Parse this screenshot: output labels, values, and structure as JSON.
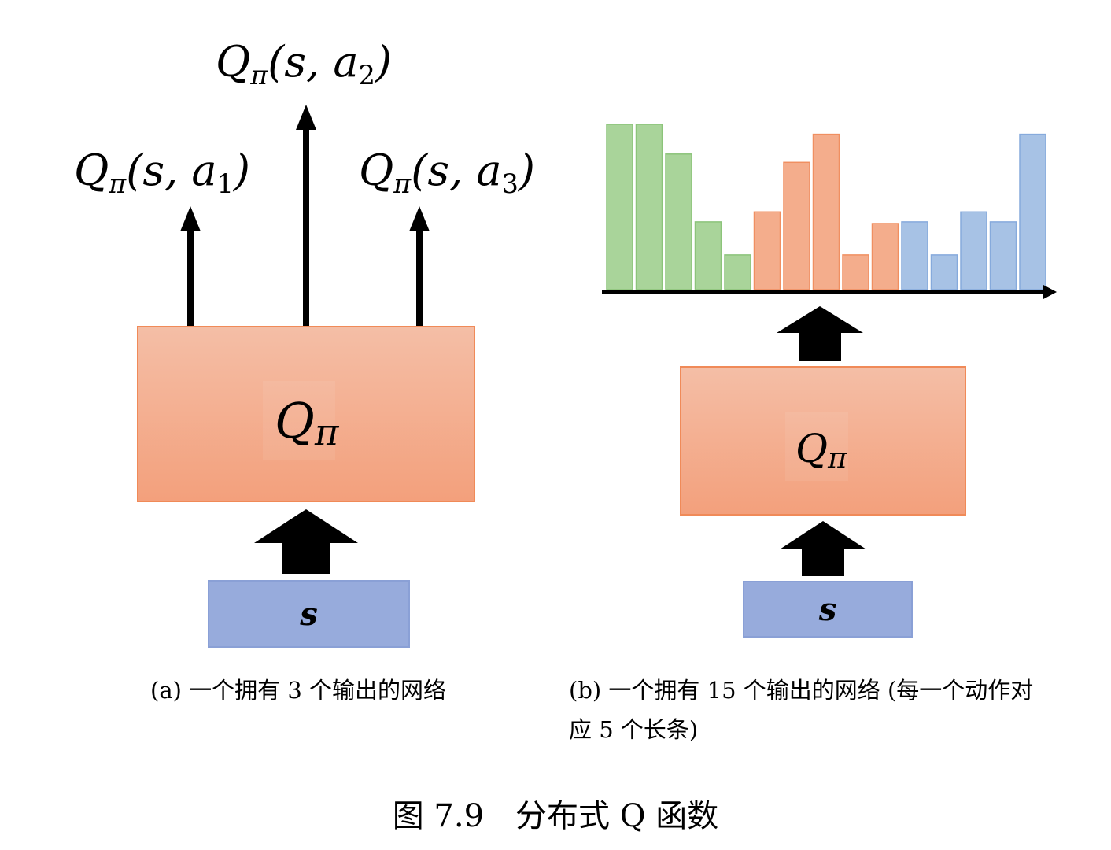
{
  "panel_a": {
    "outputs": [
      {
        "q": "Q",
        "sub": "π",
        "open": "(s, a",
        "idx": "1",
        "close": ")"
      },
      {
        "q": "Q",
        "sub": "π",
        "open": "(s, a",
        "idx": "2",
        "close": ")"
      },
      {
        "q": "Q",
        "sub": "π",
        "open": "(s, a",
        "idx": "3",
        "close": ")"
      }
    ],
    "network_q": "Q",
    "network_sub": "π",
    "input_label": "s",
    "caption": "(a) 一个拥有 3 个输出的网络"
  },
  "panel_b": {
    "network_q": "Q",
    "network_sub": "π",
    "input_label": "s",
    "caption_line1": "(b) 一个拥有 15 个输出的网络 (每一个动作对",
    "caption_line2": "应 5 个长条)"
  },
  "chart_data": {
    "type": "bar",
    "title": "",
    "xlabel": "",
    "ylabel": "",
    "ylim": [
      0,
      10
    ],
    "grid": false,
    "series": [
      {
        "values": [
          10,
          10,
          8.2,
          4.1,
          2.1
        ],
        "color": "#a9d49a",
        "stroke": "#8cc47a"
      },
      {
        "values": [
          4.7,
          7.7,
          9.4,
          2.1,
          4
        ],
        "color": "#f4ad8c",
        "stroke": "#f08f61"
      },
      {
        "values": [
          4.1,
          2.1,
          4.7,
          4.1,
          9.4
        ],
        "color": "#a7c2e5",
        "stroke": "#86aadc"
      }
    ]
  },
  "figure_title": "图 7.9　分布式 Q 函数"
}
